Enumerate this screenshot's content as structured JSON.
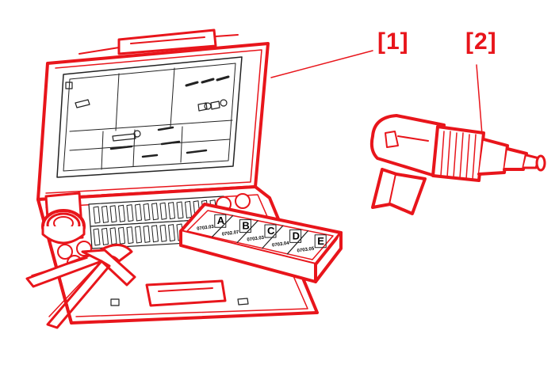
{
  "callouts": [
    {
      "id": "1",
      "label": "[1]"
    },
    {
      "id": "2",
      "label": "[2]"
    }
  ],
  "tray": {
    "compartments": [
      {
        "letter": "A",
        "code": "0703.03"
      },
      {
        "letter": "B",
        "code": "0702.07"
      },
      {
        "letter": "C",
        "code": "0703.03"
      },
      {
        "letter": "D",
        "code": "0703.04"
      },
      {
        "letter": "E",
        "code": "0703.05"
      }
    ]
  },
  "colors": {
    "outline": "#e8151b",
    "ink": "#222222",
    "background": "#ffffff"
  }
}
